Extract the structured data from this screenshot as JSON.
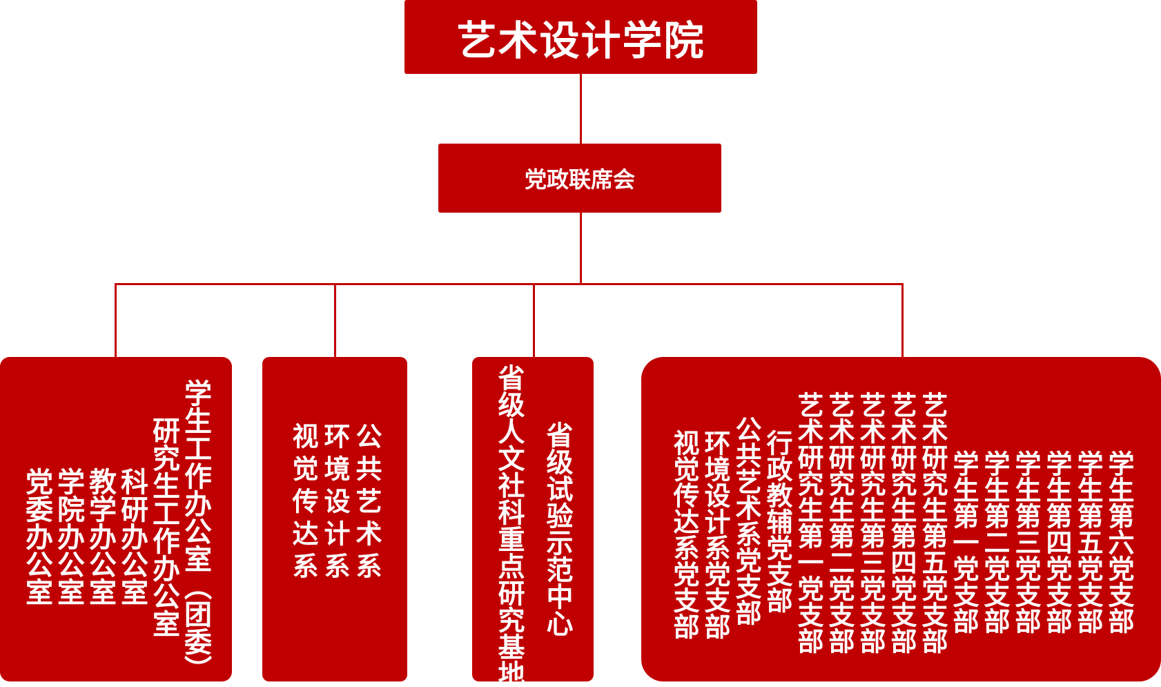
{
  "root": {
    "title": "艺术设计学院"
  },
  "council": {
    "label": "党政联席会"
  },
  "groups": {
    "admin_offices": {
      "items": [
        "学生工作办公室（团委）",
        "研究生工作办公室",
        "科研办公室",
        "教学办公室",
        "学院办公室",
        "党委办公室"
      ]
    },
    "departments": {
      "items": [
        "公共艺术系",
        "环境设计系",
        "视觉传达系"
      ]
    },
    "research_centers": {
      "items": [
        "省级人文社科重点研究基地",
        "省级试验示范中心"
      ]
    },
    "party_branches": {
      "items": [
        "学生第六党支部",
        "学生第五党支部",
        "学生第四党支部",
        "学生第三党支部",
        "学生第二党支部",
        "学生第一党支部",
        "艺术研究生第五党支部",
        "艺术研究生第四党支部",
        "艺术研究生第三党支部",
        "艺术研究生第二党支部",
        "艺术研究生第一党支部",
        "行政教辅党支部",
        "公共艺术系党支部",
        "环境设计系党支部",
        "视觉传达系党支部"
      ]
    }
  },
  "colors": {
    "primary": "#c00000",
    "text": "#ffffff",
    "background": "#ffffff"
  }
}
